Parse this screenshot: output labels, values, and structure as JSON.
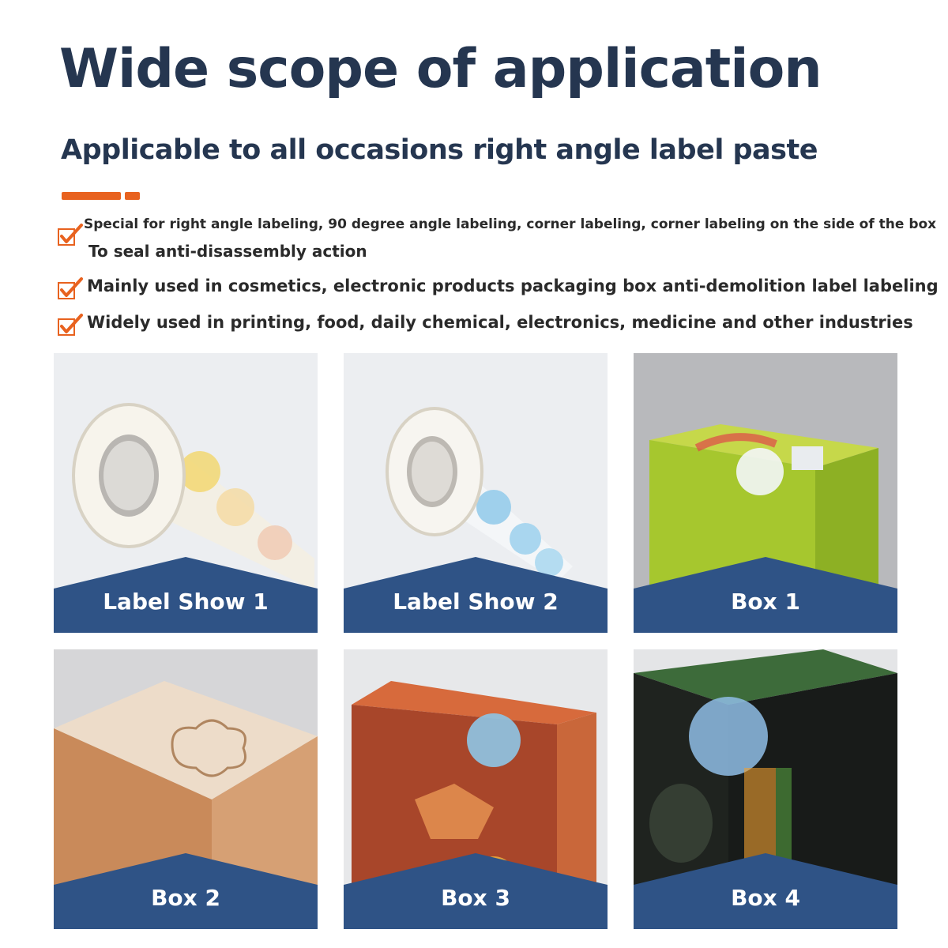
{
  "header": {
    "title": "Wide scope of application",
    "subtitle": "Applicable to all occasions right angle label paste"
  },
  "colors": {
    "title": "#253650",
    "accent": "#e8621f",
    "band": "#2f5386",
    "check": "#e8621f"
  },
  "bullets": [
    {
      "line1": "Special for right angle labeling, 90 degree angle labeling, corner labeling, corner labeling on the side of the box",
      "line2": "To seal anti-disassembly action"
    },
    {
      "line1": "Mainly used in cosmetics, electronic products packaging box anti-demolition label labeling"
    },
    {
      "line1": "Widely used in printing, food, daily chemical, electronics, medicine and other industries"
    }
  ],
  "gallery": [
    {
      "label": "Label Show 1"
    },
    {
      "label": "Label Show 2"
    },
    {
      "label": "Box 1"
    },
    {
      "label": "Box 2"
    },
    {
      "label": "Box 3"
    },
    {
      "label": "Box 4"
    }
  ]
}
